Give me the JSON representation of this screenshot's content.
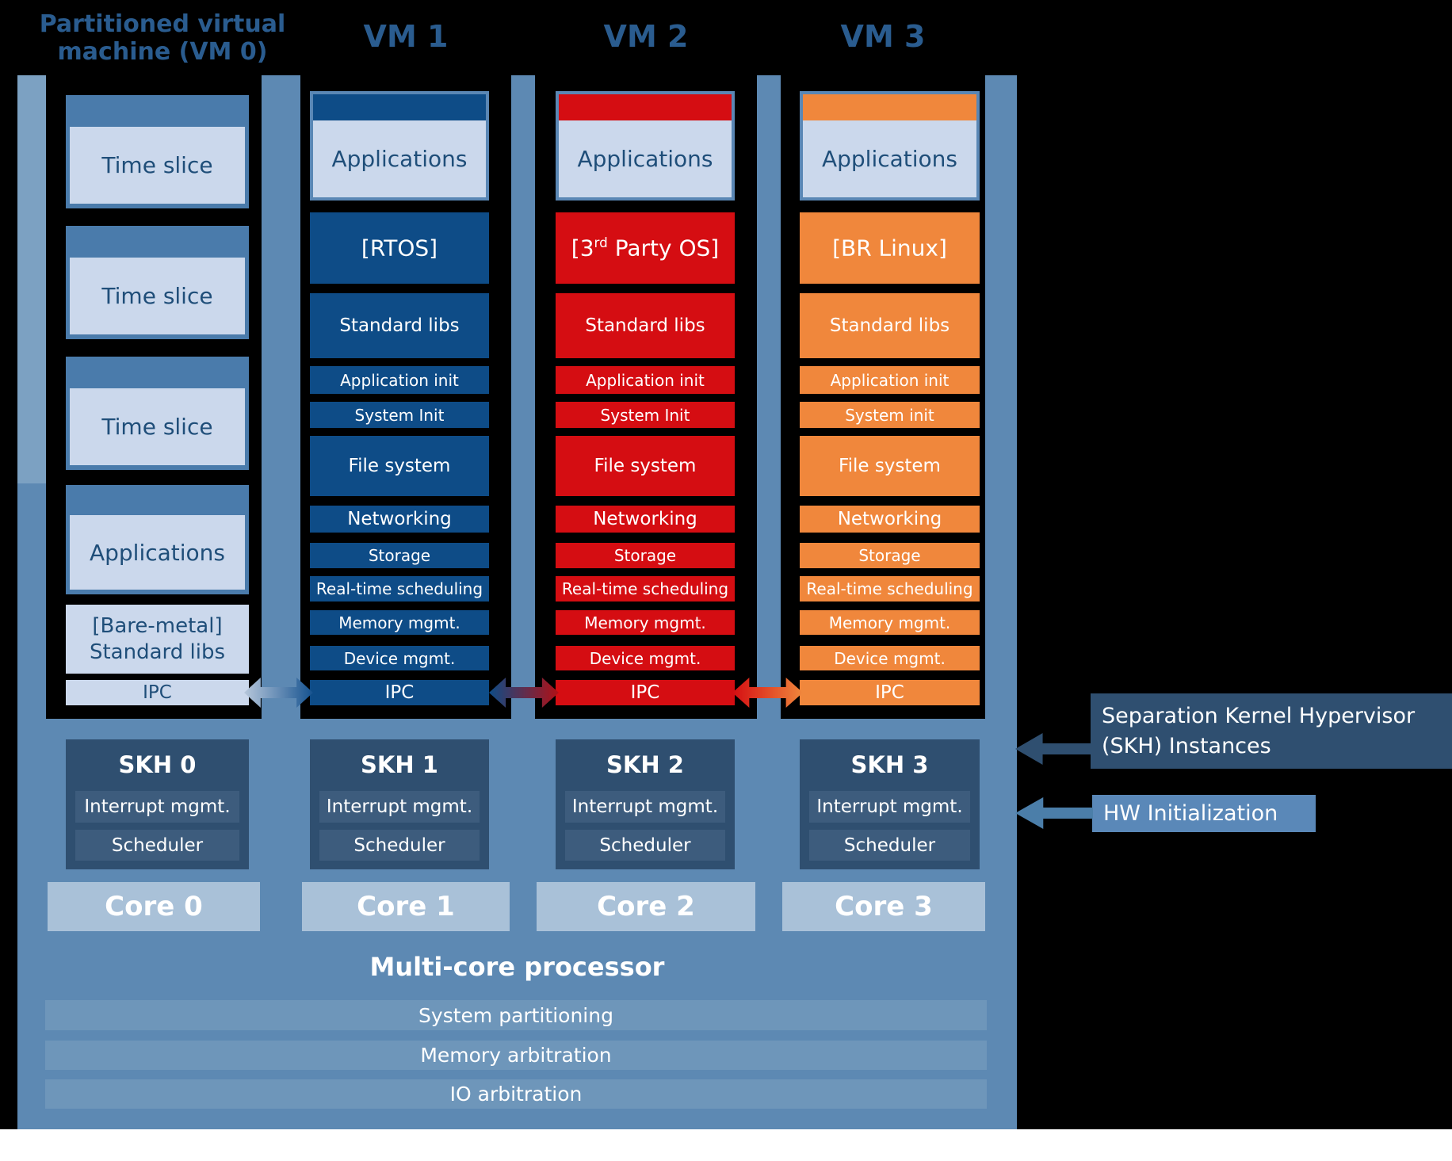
{
  "header": {
    "vm0_title": "Partitioned virtual machine (VM 0)",
    "vm_titles": [
      "VM 1",
      "VM 2",
      "VM 3"
    ]
  },
  "vm0": {
    "time_slices": [
      "Time slice",
      "Time slice",
      "Time slice"
    ],
    "applications": "Applications",
    "bare_metal": "[Bare-metal] Standard libs",
    "ipc": "IPC"
  },
  "vms": [
    {
      "title": "VM 1",
      "applications": "Applications",
      "os": {
        "pre": "[RTOS]",
        "sup": "",
        "post": ""
      },
      "standard_libs": "Standard libs",
      "application_init": "Application init",
      "system_init": "System Init",
      "file_system": "File system",
      "networking": "Networking",
      "storage": "Storage",
      "realtime_scheduling": "Real-time scheduling",
      "memory_mgmt": "Memory mgmt.",
      "device_mgmt": "Device mgmt.",
      "ipc": "IPC"
    },
    {
      "title": "VM 2",
      "applications": "Applications",
      "os": {
        "pre": "[3",
        "sup": "rd",
        "post": " Party OS]"
      },
      "standard_libs": "Standard libs",
      "application_init": "Application init",
      "system_init": "System Init",
      "file_system": "File system",
      "networking": "Networking",
      "storage": "Storage",
      "realtime_scheduling": "Real-time scheduling",
      "memory_mgmt": "Memory mgmt.",
      "device_mgmt": "Device mgmt.",
      "ipc": "IPC"
    },
    {
      "title": "VM 3",
      "applications": "Applications",
      "os": {
        "pre": "[BR Linux]",
        "sup": "",
        "post": ""
      },
      "standard_libs": "Standard libs",
      "application_init": "Application init",
      "system_init": "System init",
      "file_system": "File system",
      "networking": "Networking",
      "storage": "Storage",
      "realtime_scheduling": "Real-time scheduling",
      "memory_mgmt": "Memory mgmt.",
      "device_mgmt": "Device mgmt.",
      "ipc": "IPC"
    }
  ],
  "hypervisor": {
    "skh_instances": [
      {
        "title": "SKH 0",
        "interrupt": "Interrupt mgmt.",
        "scheduler": "Scheduler"
      },
      {
        "title": "SKH 1",
        "interrupt": "Interrupt mgmt.",
        "scheduler": "Scheduler"
      },
      {
        "title": "SKH 2",
        "interrupt": "Interrupt mgmt.",
        "scheduler": "Scheduler"
      },
      {
        "title": "SKH 3",
        "interrupt": "Interrupt mgmt.",
        "scheduler": "Scheduler"
      }
    ],
    "cores": [
      "Core 0",
      "Core 1",
      "Core 2",
      "Core 3"
    ]
  },
  "processor": {
    "title": "Multi-core processor",
    "bars": [
      "System partitioning",
      "Memory arbitration",
      "IO arbitration"
    ]
  },
  "annotations": {
    "skh_label": "Separation Kernel Hypervisor (SKH) Instances",
    "hw_label": "HW Initialization"
  },
  "colors": {
    "vm1_accent": "#0E4C87",
    "vm2_accent": "#D50D12",
    "vm3_accent": "#F0873C",
    "container_blue": "#5D89B3",
    "panel_dark": "#2F4F70",
    "light_box": "#CBD8EC",
    "core_box": "#A9C1D8"
  }
}
